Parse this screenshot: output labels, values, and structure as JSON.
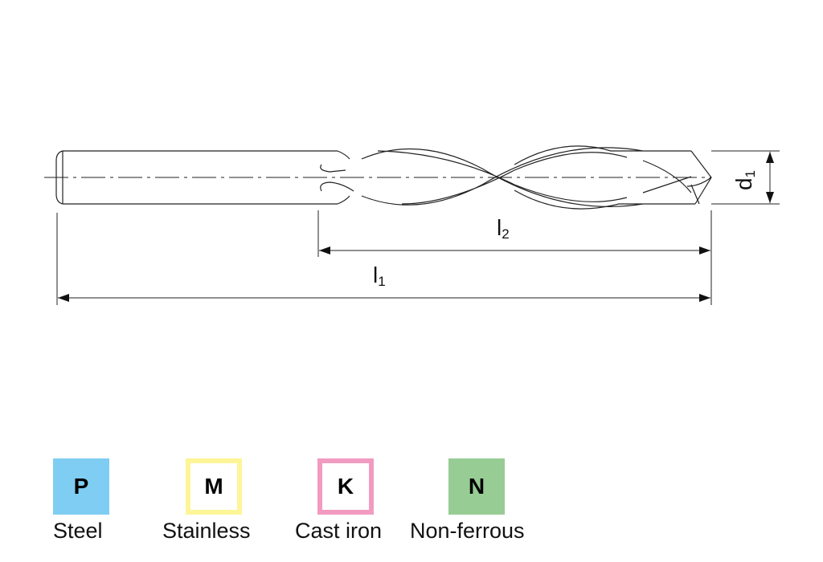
{
  "diagram": {
    "labels": {
      "d1": {
        "main": "d",
        "sub": "1"
      },
      "l1": {
        "main": "l",
        "sub": "1"
      },
      "l2": {
        "main": "l",
        "sub": "2"
      }
    }
  },
  "materials": [
    {
      "code": "P",
      "name": "Steel",
      "color": "#7fcdf2",
      "style": "filled"
    },
    {
      "code": "M",
      "name": "Stainless",
      "color": "#fdf597",
      "style": "outline"
    },
    {
      "code": "K",
      "name": "Cast iron",
      "color": "#f29bc1",
      "style": "outline"
    },
    {
      "code": "N",
      "name": "Non-ferrous",
      "color": "#97cc94",
      "style": "filled"
    }
  ]
}
